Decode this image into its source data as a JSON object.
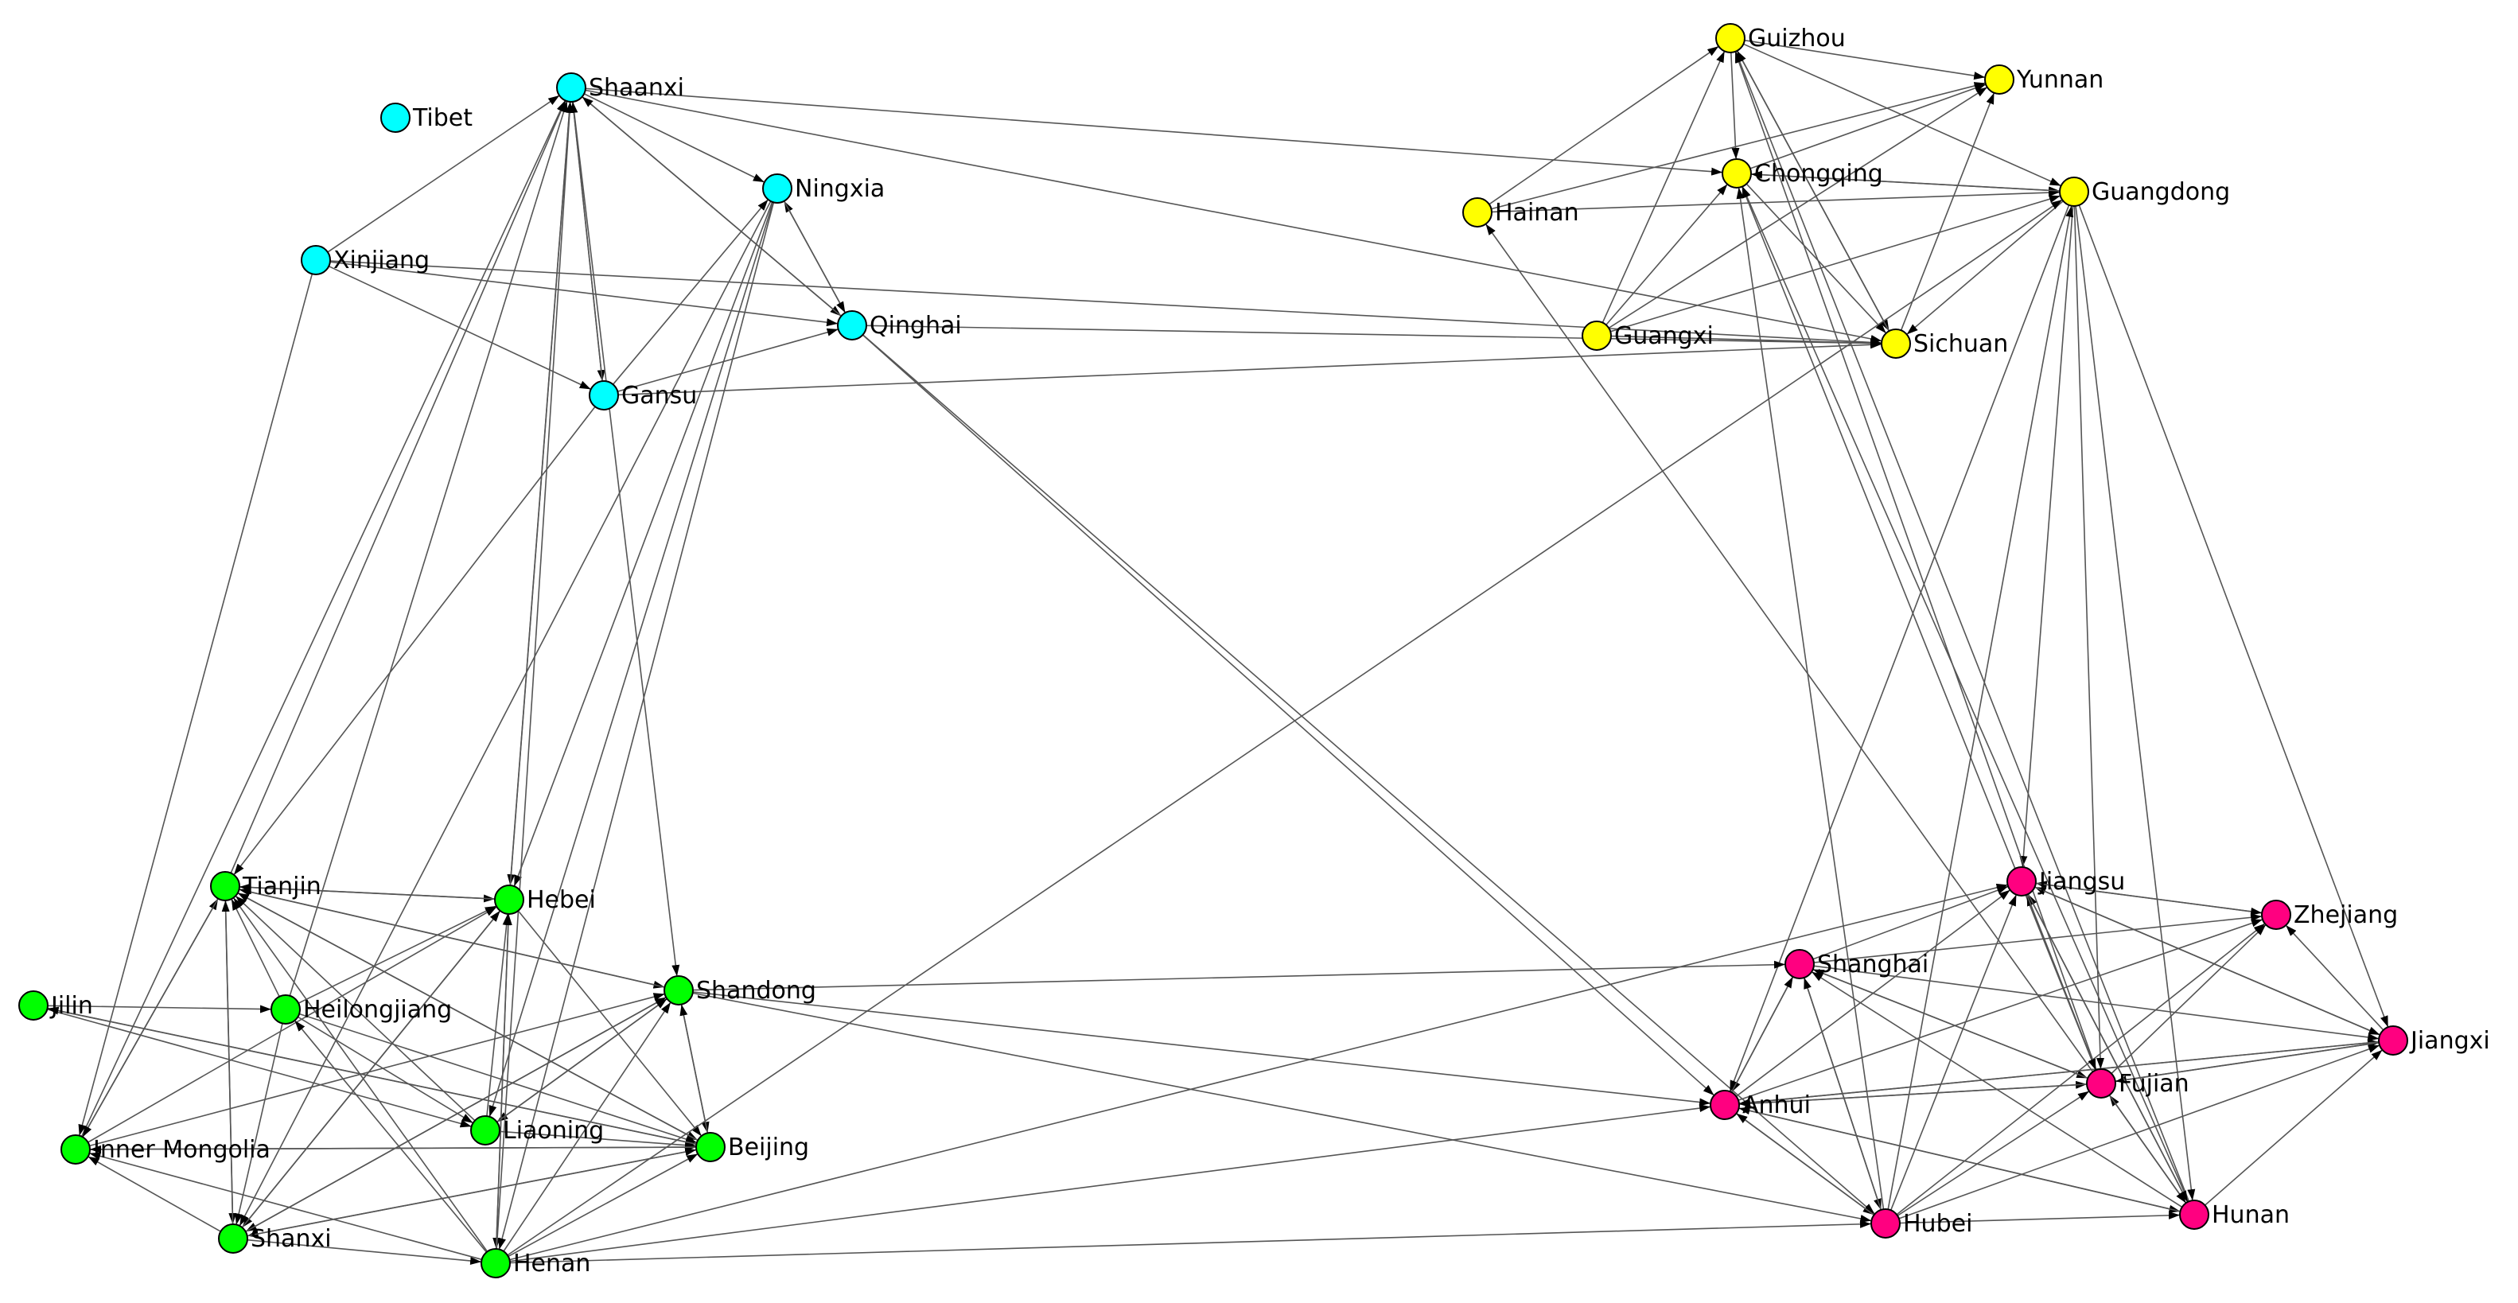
{
  "groups": {
    "west": "#00ffff",
    "southwest": "#ffff00",
    "north": "#00ff00",
    "east": "#ff0080"
  },
  "nodes": [
    {
      "id": "Shaanxi",
      "group": "west"
    },
    {
      "id": "Tibet",
      "group": "west"
    },
    {
      "id": "Ningxia",
      "group": "west"
    },
    {
      "id": "Xinjiang",
      "group": "west"
    },
    {
      "id": "Qinghai",
      "group": "west"
    },
    {
      "id": "Gansu",
      "group": "west"
    },
    {
      "id": "Guizhou",
      "group": "southwest"
    },
    {
      "id": "Yunnan",
      "group": "southwest"
    },
    {
      "id": "Chongqing",
      "group": "southwest"
    },
    {
      "id": "Hainan",
      "group": "southwest"
    },
    {
      "id": "Guangdong",
      "group": "southwest"
    },
    {
      "id": "Guangxi",
      "group": "southwest"
    },
    {
      "id": "Sichuan",
      "group": "southwest"
    },
    {
      "id": "Tianjin",
      "group": "north"
    },
    {
      "id": "Hebei",
      "group": "north"
    },
    {
      "id": "Shandong",
      "group": "north"
    },
    {
      "id": "Jilin",
      "group": "north"
    },
    {
      "id": "Heilongjiang",
      "group": "north"
    },
    {
      "id": "Liaoning",
      "group": "north"
    },
    {
      "id": "Beijing",
      "group": "north"
    },
    {
      "id": "Inner Mongolia",
      "group": "north"
    },
    {
      "id": "Shanxi",
      "group": "north"
    },
    {
      "id": "Henan",
      "group": "north"
    },
    {
      "id": "Jiangsu",
      "group": "east"
    },
    {
      "id": "Zhejiang",
      "group": "east"
    },
    {
      "id": "Shanghai",
      "group": "east"
    },
    {
      "id": "Jiangxi",
      "group": "east"
    },
    {
      "id": "Fujian",
      "group": "east"
    },
    {
      "id": "Anhui",
      "group": "east"
    },
    {
      "id": "Hubei",
      "group": "east"
    },
    {
      "id": "Hunan",
      "group": "east"
    }
  ],
  "edges": [
    [
      "Xinjiang",
      "Shaanxi"
    ],
    [
      "Xinjiang",
      "Qinghai"
    ],
    [
      "Xinjiang",
      "Gansu"
    ],
    [
      "Xinjiang",
      "Inner Mongolia"
    ],
    [
      "Xinjiang",
      "Sichuan"
    ],
    [
      "Shaanxi",
      "Ningxia"
    ],
    [
      "Shaanxi",
      "Qinghai"
    ],
    [
      "Shaanxi",
      "Gansu"
    ],
    [
      "Shaanxi",
      "Chongqing"
    ],
    [
      "Shaanxi",
      "Sichuan"
    ],
    [
      "Shaanxi",
      "Hebei"
    ],
    [
      "Shaanxi",
      "Shandong"
    ],
    [
      "Gansu",
      "Shaanxi"
    ],
    [
      "Gansu",
      "Ningxia"
    ],
    [
      "Gansu",
      "Qinghai"
    ],
    [
      "Gansu",
      "Sichuan"
    ],
    [
      "Gansu",
      "Tianjin"
    ],
    [
      "Qinghai",
      "Shaanxi"
    ],
    [
      "Qinghai",
      "Ningxia"
    ],
    [
      "Qinghai",
      "Sichuan"
    ],
    [
      "Qinghai",
      "Anhui"
    ],
    [
      "Qinghai",
      "Hubei"
    ],
    [
      "Ningxia",
      "Qinghai"
    ],
    [
      "Ningxia",
      "Hebei"
    ],
    [
      "Ningxia",
      "Shanxi"
    ],
    [
      "Ningxia",
      "Liaoning"
    ],
    [
      "Ningxia",
      "Henan"
    ],
    [
      "Guangxi",
      "Guizhou"
    ],
    [
      "Guangxi",
      "Chongqing"
    ],
    [
      "Guangxi",
      "Guangdong"
    ],
    [
      "Guangxi",
      "Yunnan"
    ],
    [
      "Guangxi",
      "Sichuan"
    ],
    [
      "Hainan",
      "Guizhou"
    ],
    [
      "Hainan",
      "Yunnan"
    ],
    [
      "Hainan",
      "Guangdong"
    ],
    [
      "Guizhou",
      "Chongqing"
    ],
    [
      "Guizhou",
      "Yunnan"
    ],
    [
      "Guizhou",
      "Guangdong"
    ],
    [
      "Guizhou",
      "Sichuan"
    ],
    [
      "Chongqing",
      "Guangdong"
    ],
    [
      "Chongqing",
      "Sichuan"
    ],
    [
      "Chongqing",
      "Yunnan"
    ],
    [
      "Guangdong",
      "Chongqing"
    ],
    [
      "Guangdong",
      "Sichuan"
    ],
    [
      "Guangdong",
      "Jiangsu"
    ],
    [
      "Guangdong",
      "Fujian"
    ],
    [
      "Guangdong",
      "Hunan"
    ],
    [
      "Guangdong",
      "Jiangxi"
    ],
    [
      "Guangdong",
      "Anhui"
    ],
    [
      "Sichuan",
      "Yunnan"
    ],
    [
      "Sichuan",
      "Guizhou"
    ],
    [
      "Fujian",
      "Guizhou"
    ],
    [
      "Fujian",
      "Chongqing"
    ],
    [
      "Fujian",
      "Hainan"
    ],
    [
      "Hubei",
      "Chongqing"
    ],
    [
      "Hubei",
      "Guangdong"
    ],
    [
      "Hunan",
      "Guizhou"
    ],
    [
      "Hunan",
      "Chongqing"
    ],
    [
      "Jilin",
      "Heilongjiang"
    ],
    [
      "Jilin",
      "Liaoning"
    ],
    [
      "Jilin",
      "Beijing"
    ],
    [
      "Heilongjiang",
      "Tianjin"
    ],
    [
      "Heilongjiang",
      "Hebei"
    ],
    [
      "Heilongjiang",
      "Liaoning"
    ],
    [
      "Heilongjiang",
      "Beijing"
    ],
    [
      "Heilongjiang",
      "Shanxi"
    ],
    [
      "Heilongjiang",
      "Shaanxi"
    ],
    [
      "Inner Mongolia",
      "Tianjin"
    ],
    [
      "Inner Mongolia",
      "Hebei"
    ],
    [
      "Inner Mongolia",
      "Shandong"
    ],
    [
      "Inner Mongolia",
      "Beijing"
    ],
    [
      "Inner Mongolia",
      "Shaanxi"
    ],
    [
      "Tianjin",
      "Hebei"
    ],
    [
      "Tianjin",
      "Shandong"
    ],
    [
      "Tianjin",
      "Beijing"
    ],
    [
      "Tianjin",
      "Inner Mongolia"
    ],
    [
      "Tianjin",
      "Shanxi"
    ],
    [
      "Tianjin",
      "Shaanxi"
    ],
    [
      "Hebei",
      "Beijing"
    ],
    [
      "Hebei",
      "Shanxi"
    ],
    [
      "Hebei",
      "Henan"
    ],
    [
      "Hebei",
      "Tianjin"
    ],
    [
      "Hebei",
      "Shaanxi"
    ],
    [
      "Shandong",
      "Beijing"
    ],
    [
      "Shandong",
      "Tianjin"
    ],
    [
      "Shandong",
      "Shanghai"
    ],
    [
      "Shandong",
      "Anhui"
    ],
    [
      "Shandong",
      "Hubei"
    ],
    [
      "Shandong",
      "Shanxi"
    ],
    [
      "Shandong",
      "Liaoning"
    ],
    [
      "Liaoning",
      "Hebei"
    ],
    [
      "Liaoning",
      "Beijing"
    ],
    [
      "Liaoning",
      "Shandong"
    ],
    [
      "Liaoning",
      "Tianjin"
    ],
    [
      "Beijing",
      "Shandong"
    ],
    [
      "Beijing",
      "Tianjin"
    ],
    [
      "Beijing",
      "Inner Mongolia"
    ],
    [
      "Beijing",
      "Shanxi"
    ],
    [
      "Beijing",
      "Jilin"
    ],
    [
      "Shanxi",
      "Tianjin"
    ],
    [
      "Shanxi",
      "Hebei"
    ],
    [
      "Shanxi",
      "Inner Mongolia"
    ],
    [
      "Shanxi",
      "Beijing"
    ],
    [
      "Shanxi",
      "Henan"
    ],
    [
      "Shanxi",
      "Shandong"
    ],
    [
      "Henan",
      "Hebei"
    ],
    [
      "Henan",
      "Shandong"
    ],
    [
      "Henan",
      "Beijing"
    ],
    [
      "Henan",
      "Inner Mongolia"
    ],
    [
      "Henan",
      "Shaanxi"
    ],
    [
      "Henan",
      "Heilongjiang"
    ],
    [
      "Henan",
      "Anhui"
    ],
    [
      "Henan",
      "Hubei"
    ],
    [
      "Henan",
      "Jiangsu"
    ],
    [
      "Henan",
      "Guangdong"
    ],
    [
      "Henan",
      "Tianjin"
    ],
    [
      "Shanghai",
      "Jiangsu"
    ],
    [
      "Shanghai",
      "Zhejiang"
    ],
    [
      "Shanghai",
      "Anhui"
    ],
    [
      "Shanghai",
      "Hubei"
    ],
    [
      "Shanghai",
      "Fujian"
    ],
    [
      "Shanghai",
      "Jiangxi"
    ],
    [
      "Anhui",
      "Jiangsu"
    ],
    [
      "Anhui",
      "Zhejiang"
    ],
    [
      "Anhui",
      "Fujian"
    ],
    [
      "Anhui",
      "Jiangxi"
    ],
    [
      "Anhui",
      "Hubei"
    ],
    [
      "Anhui",
      "Shanghai"
    ],
    [
      "Anhui",
      "Hunan"
    ],
    [
      "Hubei",
      "Jiangsu"
    ],
    [
      "Hubei",
      "Shanghai"
    ],
    [
      "Hubei",
      "Anhui"
    ],
    [
      "Hubei",
      "Hunan"
    ],
    [
      "Hubei",
      "Fujian"
    ],
    [
      "Hubei",
      "Jiangxi"
    ],
    [
      "Hubei",
      "Zhejiang"
    ],
    [
      "Hunan",
      "Jiangsu"
    ],
    [
      "Hunan",
      "Fujian"
    ],
    [
      "Hunan",
      "Jiangxi"
    ],
    [
      "Hunan",
      "Anhui"
    ],
    [
      "Hunan",
      "Shanghai"
    ],
    [
      "Fujian",
      "Jiangsu"
    ],
    [
      "Fujian",
      "Zhejiang"
    ],
    [
      "Fujian",
      "Jiangxi"
    ],
    [
      "Fujian",
      "Anhui"
    ],
    [
      "Fujian",
      "Hunan"
    ],
    [
      "Fujian",
      "Shanghai"
    ],
    [
      "Jiangxi",
      "Jiangsu"
    ],
    [
      "Jiangxi",
      "Zhejiang"
    ],
    [
      "Jiangxi",
      "Fujian"
    ],
    [
      "Jiangxi",
      "Anhui"
    ],
    [
      "Zhejiang",
      "Jiangsu"
    ],
    [
      "Jiangsu",
      "Zhejiang"
    ],
    [
      "Jiangsu",
      "Jiangxi"
    ],
    [
      "Jiangsu",
      "Fujian"
    ],
    [
      "Jiangsu",
      "Hunan"
    ]
  ]
}
